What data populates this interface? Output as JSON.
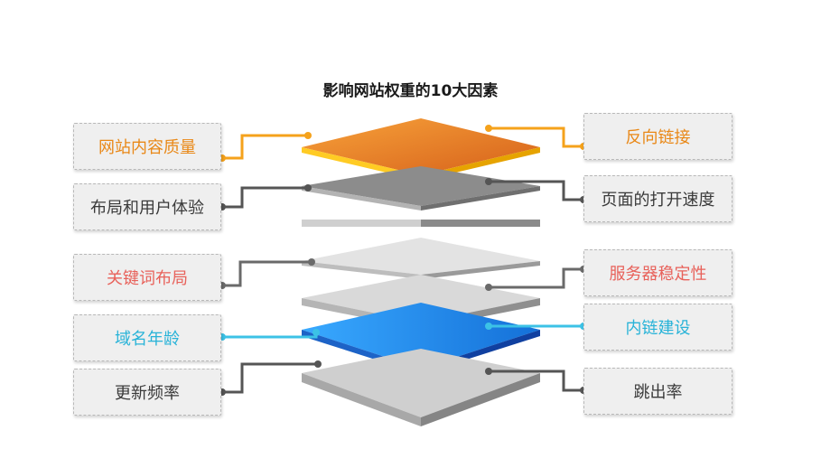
{
  "title": "影响网站权重的10大因素",
  "factors_left": [
    {
      "label": "网站内容质量",
      "color": "#e98817"
    },
    {
      "label": "布局和用户体验",
      "color": "#3a3a3a"
    },
    {
      "label": "关键词布局",
      "color": "#e8615a"
    },
    {
      "label": "域名年龄",
      "color": "#28b3d8"
    },
    {
      "label": "更新频率",
      "color": "#3a3a3a"
    }
  ],
  "factors_right": [
    {
      "label": "反向链接",
      "color": "#e98817"
    },
    {
      "label": "页面的打开速度",
      "color": "#3a3a3a"
    },
    {
      "label": "服务器稳定性",
      "color": "#e8615a"
    },
    {
      "label": "内链建设",
      "color": "#28b3d8"
    },
    {
      "label": "跳出率",
      "color": "#3a3a3a"
    }
  ],
  "colors": {
    "orange_layer": "#f07a1c",
    "blue_layer": "#1f8ff0",
    "gray_layer": "#d6d6d6",
    "dark_connector": "#555555",
    "cyan_connector": "#3cc2e6",
    "orange_connector": "#f5a21b"
  }
}
